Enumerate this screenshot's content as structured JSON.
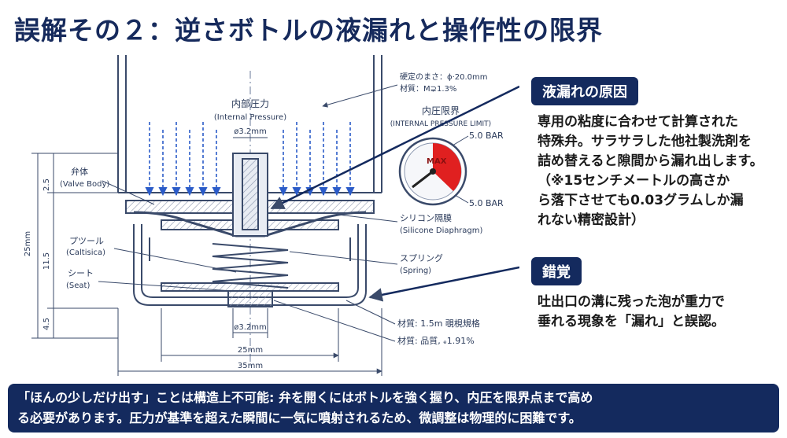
{
  "title": "誤解その２：逆さボトルの液漏れと操作性の限界",
  "diagram": {
    "spec_line1": "硬定のまさ：ϕ·20.0mm",
    "spec_line2": "材質：M⊋1.3%",
    "internal_pressure_jp": "内部圧力",
    "internal_pressure_en": "(Internal Pressure)",
    "limit_jp": "内圧限界",
    "limit_en": "(INTERNAL PRESSURE LIMIT)",
    "bar_top": "5.0 BAR",
    "bar_bottom": "5.0 BAR",
    "gauge_max": "MAX",
    "dim_top_diameter": "ø3.2mm",
    "dim_bottom_diameter": "ø3.2mm",
    "dim_25": "25mm",
    "dim_35": "35mm",
    "dim_left_total": "25mm",
    "dim_left_a": "2.5",
    "dim_left_b": "11.5",
    "dim_left_c": "4.5",
    "valve_body_jp": "弁体",
    "valve_body_en": "(Valve Body)",
    "poppet_jp": "プツール",
    "poppet_en": "(Caltisica)",
    "seat_jp": "シート",
    "seat_en": "(Seat)",
    "silicone_jp": "シリコン隔膜",
    "silicone_en": "(Silicone Diaphragm)",
    "spring_jp": "スプリング",
    "spring_en": "(Spring)",
    "material_1": "材質: 1.5m 覗梘規格",
    "material_2": "材質: 品質, ₑ1.91%"
  },
  "callouts": {
    "leak_cause_label": "液漏れの原因",
    "leak_cause_lines": [
      "専用の粘度に合わせて計算された",
      "特殊弁。サラサラした他社製洗剤を",
      "詰め替えると隙間から漏れ出します。",
      "（※15センチメートルの高さか",
      "ら落下させても0.03グラムしか漏",
      "れない精密設計）"
    ],
    "illusion_label": "錯覚",
    "illusion_lines": [
      "吐出口の溝に残った泡が重力で",
      "垂れる現象を「漏れ」と誤認。"
    ]
  },
  "footer": {
    "line1": "「ほんの少しだけ出す」ことは構造上不可能: 弁を開くにはボトルを強く握り、内圧を限界点まで高め",
    "line2": "る必要があります。圧力が基準を超えた瞬間に一気に噴射されるため、微調整は物理的に困難です。"
  },
  "colors": {
    "navy": "#142a5e",
    "arrow_blue": "#2b5bc8",
    "gauge_red": "#e02020",
    "line": "#3a4a6a"
  }
}
